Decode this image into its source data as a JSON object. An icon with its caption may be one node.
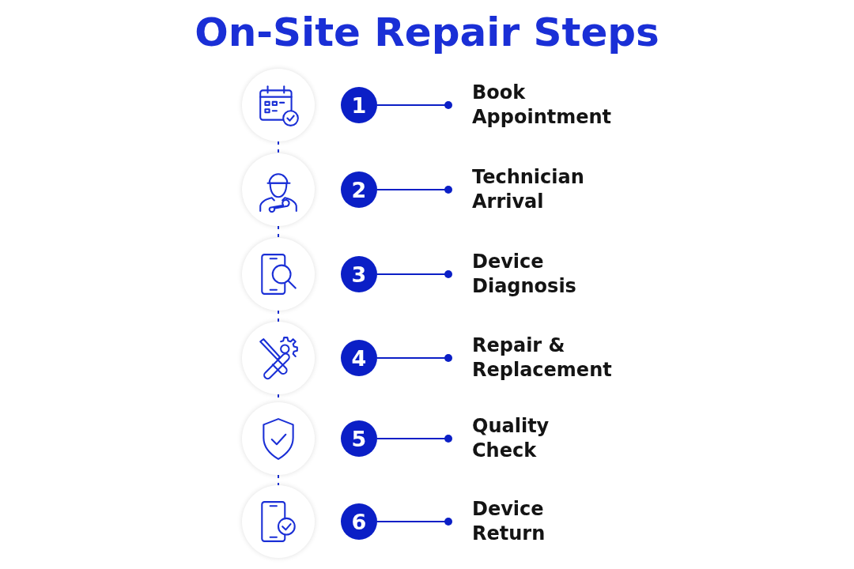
{
  "diagram": {
    "title": "On-Site Repair Steps",
    "nodes": [
      {
        "text": [],
        "shape": "circle"
      },
      {
        "text": [
          "1"
        ]
      },
      {
        "text": [
          "Book Appointment"
        ]
      },
      {
        "text": [],
        "shape": "circle"
      },
      {
        "text": [
          "2"
        ]
      },
      {
        "text": [
          "Technician Arrival"
        ]
      },
      {
        "text": [],
        "shape": "circle"
      },
      {
        "text": [
          "3"
        ]
      },
      {
        "text": [
          "Device Diagnosis"
        ]
      },
      {
        "text": [],
        "shape": "circle"
      },
      {
        "text": [
          "4"
        ]
      },
      {
        "text": [
          "Repair & Replacement"
        ]
      },
      {
        "text": [],
        "shape": "circle"
      },
      {
        "text": [
          "5"
        ]
      },
      {
        "text": [
          "Quality Check"
        ]
      },
      {
        "text": [],
        "shape": "circle"
      },
      {
        "text": [
          "6"
        ]
      },
      {
        "text": [
          "Device Return"
        ]
      }
    ],
    "edges": [
      {
        "from": 0,
        "to": 3,
        "arrow": "none",
        "style": "dashed"
      },
      {
        "from": 3,
        "to": 6,
        "arrow": "none",
        "style": "dashed"
      },
      {
        "from": 6,
        "to": 9,
        "arrow": "none",
        "style": "dashed"
      },
      {
        "from": 9,
        "to": 12,
        "arrow": "none",
        "style": "dashed"
      },
      {
        "from": 12,
        "to": 15,
        "arrow": "none",
        "style": "dashed"
      },
      {
        "from": 1,
        "to": 2,
        "arrow": "other"
      },
      {
        "from": 4,
        "to": 5,
        "arrow": "other"
      },
      {
        "from": 7,
        "to": 8,
        "arrow": "other"
      },
      {
        "from": 10,
        "to": 11,
        "arrow": "other"
      },
      {
        "from": 13,
        "to": 14,
        "arrow": "other"
      },
      {
        "from": 16,
        "to": 17,
        "arrow": "other"
      }
    ]
  }
}
